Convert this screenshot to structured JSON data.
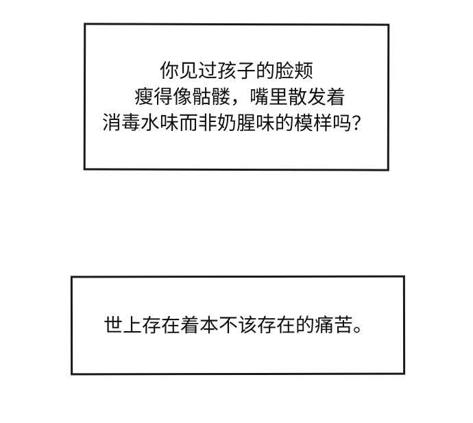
{
  "captions": [
    {
      "lines": [
        "你见过孩子的脸颊",
        "瘦得像骷髅，嘴里散发着",
        "消毒水味而非奶腥味的模样吗？"
      ]
    },
    {
      "lines": [
        "世上存在着本不该存在的痛苦。"
      ]
    }
  ]
}
